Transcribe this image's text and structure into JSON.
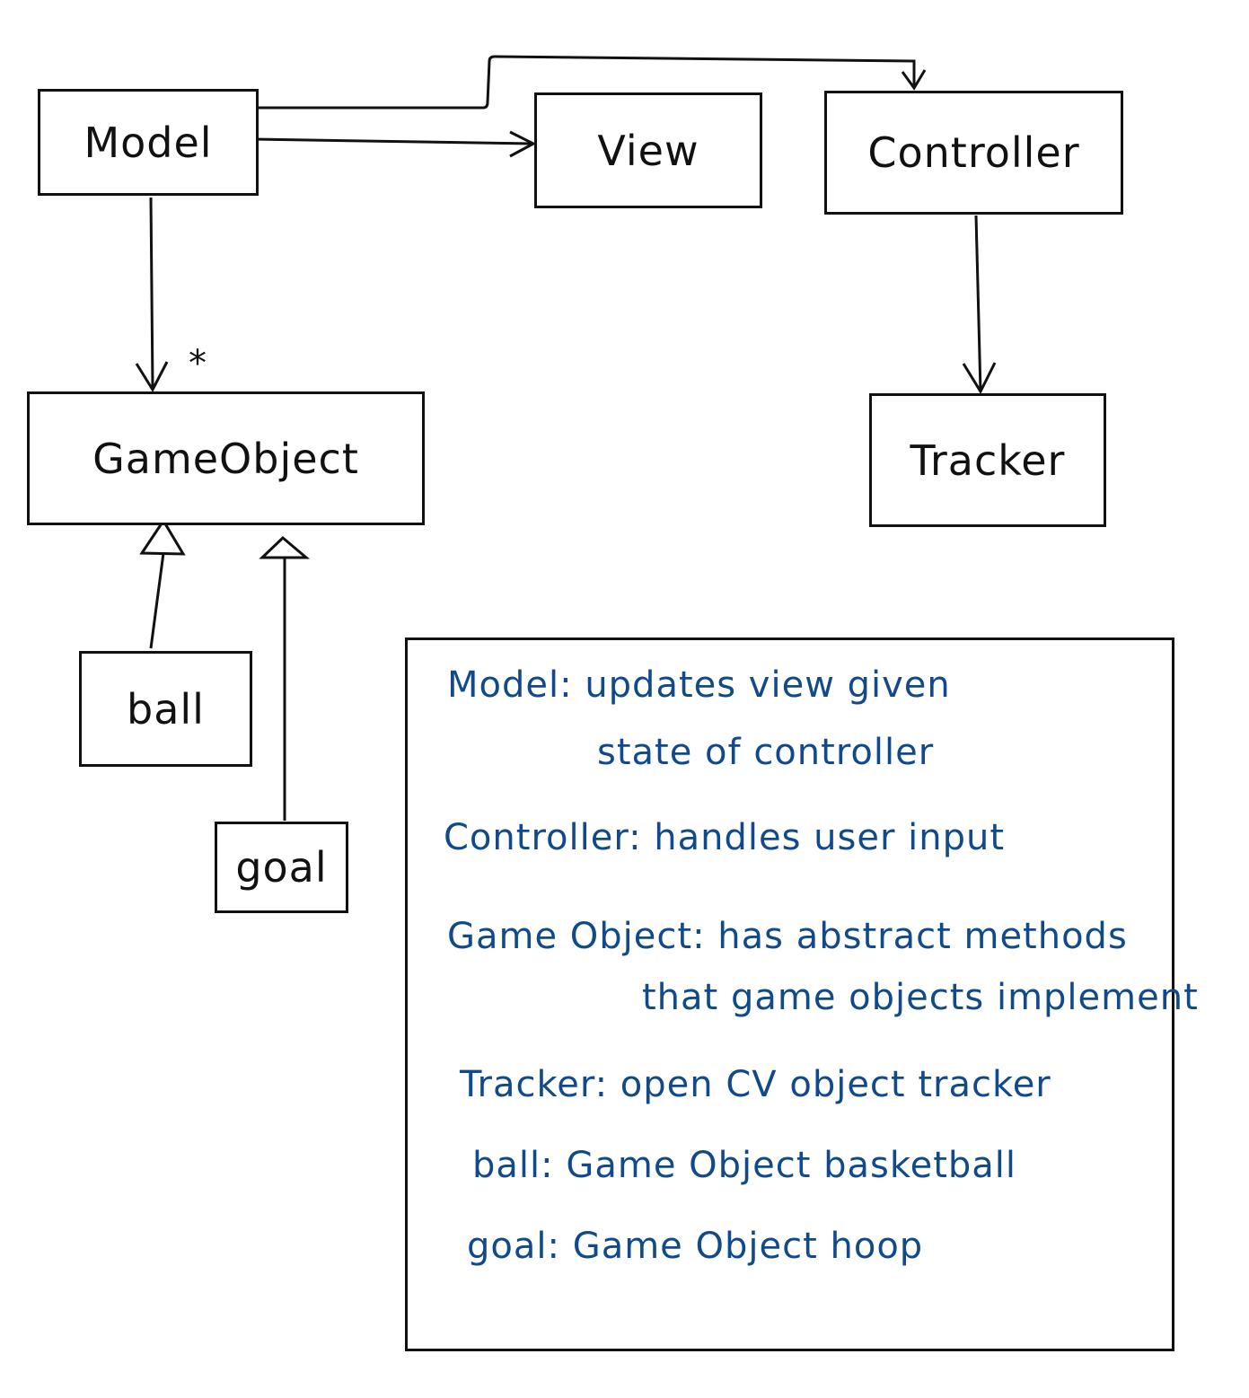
{
  "classes": {
    "model": "Model",
    "view": "View",
    "controller": "Controller",
    "game_object": "GameObject",
    "tracker": "Tracker",
    "ball": "ball",
    "goal": "goal"
  },
  "multiplicity": "*",
  "notes": [
    {
      "term": "Model",
      "sep": ":",
      "desc": "updates view given",
      "cont": "state of controller"
    },
    {
      "term": "Controller",
      "sep": ":",
      "desc": "handles user input",
      "cont": ""
    },
    {
      "term": "Game Object",
      "sep": ":",
      "desc": "has abstract methods",
      "cont": "that game objects implement"
    },
    {
      "term": "Tracker",
      "sep": ":",
      "desc": "open CV object tracker",
      "cont": ""
    },
    {
      "term": "ball",
      "sep": ":",
      "desc": "Game Object basketball",
      "cont": ""
    },
    {
      "term": "goal",
      "sep": ":",
      "desc": "Game Object hoop",
      "cont": ""
    }
  ],
  "colors": {
    "ink": "#111111",
    "annotation_ink": "#114a8c"
  }
}
